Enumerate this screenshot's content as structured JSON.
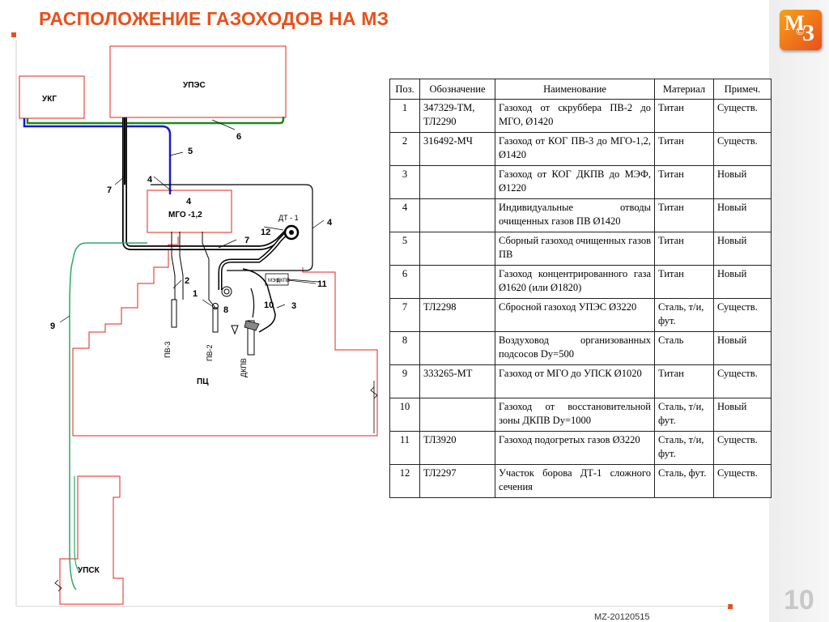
{
  "title": "РАСПОЛОЖЕНИЕ ГАЗОХОДОВ НА МЗ",
  "logo": {
    "letters": "М",
    "circle": "©",
    "letter2": "З"
  },
  "page_number": "10",
  "footer": "MZ-20120515",
  "colors": {
    "accent": "#e8501b",
    "box": "#e0251b",
    "blue": "#1a1ad0",
    "green": "#1a8a1a",
    "teal": "#2aa866"
  },
  "diagram": {
    "ukg": "УКГ",
    "upes": "УПЭС",
    "mgo": "МГО -1,2",
    "mgo_num": "4",
    "dt1": "ДТ - 1",
    "mef": "МЭФ",
    "dkpv_box": "ДКПВ",
    "pv3": "ПВ-3",
    "pv2": "ПВ-2",
    "dkpv": "ДКПВ",
    "pc": "ПЦ",
    "upsk": "УПСК",
    "n1": "1",
    "n2": "2",
    "n3": "3",
    "n4a": "4",
    "n4b": "4",
    "n5": "5",
    "n6": "6",
    "n7a": "7",
    "n7b": "7",
    "n8": "8",
    "n9": "9",
    "n10": "10",
    "n11": "11",
    "n12": "12"
  },
  "table": {
    "headers": [
      "Поз.",
      "Обозначение",
      "Наименование",
      "Материал",
      "Примеч."
    ],
    "rows": [
      {
        "pos": "1",
        "des": "347329-ТМ, ТЛ2290",
        "name": "Газоход от скруббера ПВ-2 до МГО, Ø1420",
        "mat": "Титан",
        "rem": "Существ."
      },
      {
        "pos": "2",
        "des": "316492-МЧ",
        "name": "Газоход от КОГ ПВ-3 до МГО-1,2, Ø1420",
        "mat": "Титан",
        "rem": "Существ."
      },
      {
        "pos": "3",
        "des": "",
        "name": "Газоход от КОГ ДКПВ до МЭФ, Ø1220",
        "mat": "Титан",
        "rem": "Новый"
      },
      {
        "pos": "4",
        "des": "",
        "name": "Индивидуальные отводы очищенных газов ПВ Ø1420",
        "mat": "Титан",
        "rem": "Новый"
      },
      {
        "pos": "5",
        "des": "",
        "name": "Сборный газоход очищенных газов ПВ",
        "mat": "Титан",
        "rem": "Новый"
      },
      {
        "pos": "6",
        "des": "",
        "name": "Газоход концентрированного газа Ø1620 (или Ø1820)",
        "mat": "Титан",
        "rem": "Новый"
      },
      {
        "pos": "7",
        "des": "ТЛ2298",
        "name": "Сбросной газоход УПЭС Ø3220",
        "mat": "Сталь, т/и, фут.",
        "rem": "Существ."
      },
      {
        "pos": "8",
        "des": "",
        "name": "Воздуховод организованных подсосов Dу=500",
        "mat": "Сталь",
        "rem": "Новый"
      },
      {
        "pos": "9",
        "des": "333265-МТ",
        "name": "Газоход от МГО до УПСК Ø1020",
        "mat": "Титан",
        "rem": "Существ."
      },
      {
        "pos": "10",
        "des": "",
        "name": "Газоход от восстановительной зоны ДКПВ Dу=1000",
        "mat": "Сталь, т/и, фут.",
        "rem": "Новый"
      },
      {
        "pos": "11",
        "des": "ТЛ3920",
        "name": "Газоход подогретых газов Ø3220",
        "mat": "Сталь, т/и, фут.",
        "rem": "Существ."
      },
      {
        "pos": "12",
        "des": "ТЛ2297",
        "name": "Участок борова ДТ-1 сложного сечения",
        "mat": "Сталь, фут.",
        "rem": "Существ."
      }
    ]
  }
}
